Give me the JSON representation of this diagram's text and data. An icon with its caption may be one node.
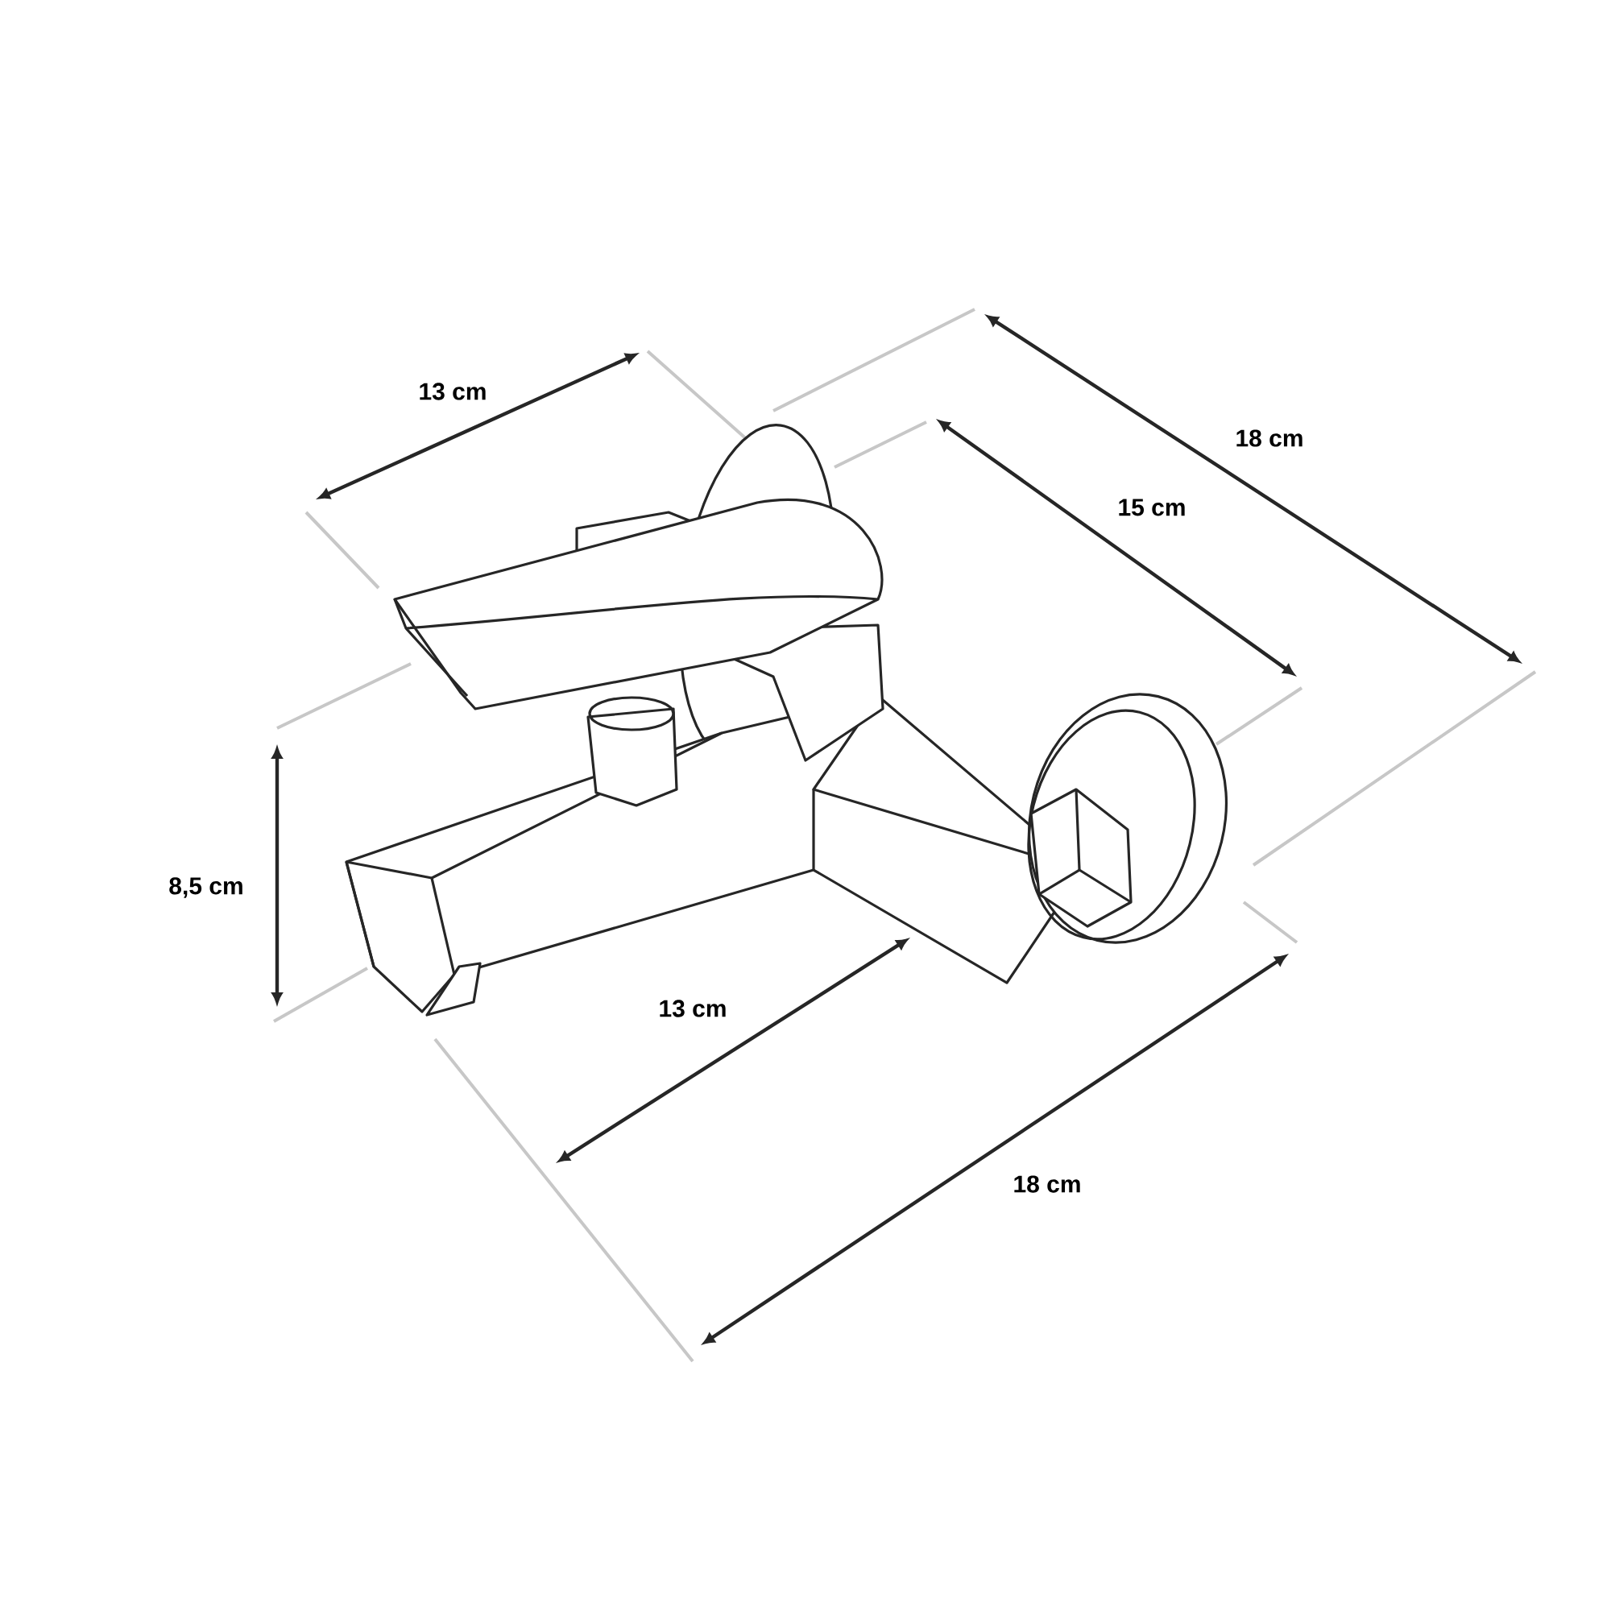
{
  "diagram": {
    "labels": [
      "13 cm",
      "18 cm",
      "15 cm",
      "8,5 cm",
      "13 cm",
      "18 cm"
    ]
  }
}
